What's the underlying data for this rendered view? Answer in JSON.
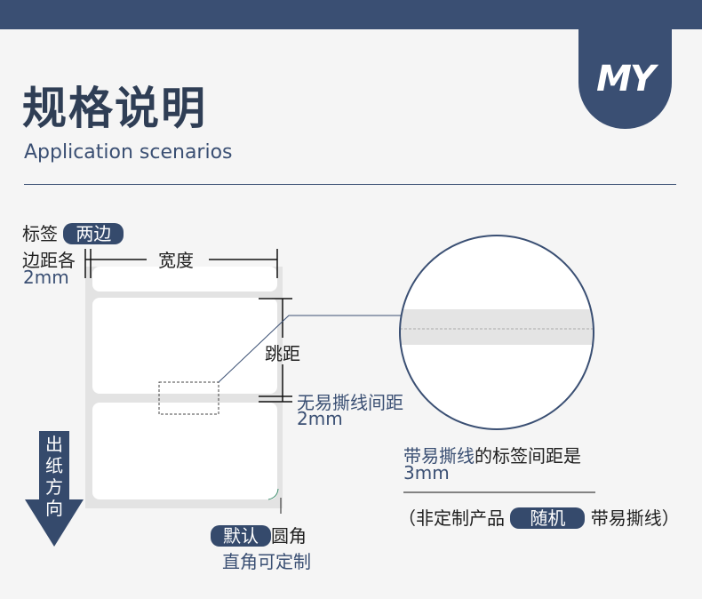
{
  "header": {
    "title": "规格说明",
    "subtitle": "Application scenarios",
    "logo_text": "MY"
  },
  "annotations": {
    "margin_prefix": "标签",
    "margin_badge": "两边",
    "margin_line2": "边距各",
    "margin_value": "2mm",
    "width": "宽度",
    "pitch": "跳距",
    "no_perf_label": "无易撕线间距",
    "no_perf_value": "2mm",
    "direction": [
      "出",
      "纸",
      "方",
      "向"
    ],
    "corner_badge": "默认",
    "corner_label": "圆角",
    "corner_custom": "直角可定制",
    "perf_highlight": "带易撕线",
    "perf_rest": "的标签间距是",
    "perf_value": "3mm",
    "note_prefix": "（非定制产品",
    "note_badge": "随机",
    "note_suffix": "带易撕线）"
  },
  "colors": {
    "brand": "#3a4f73",
    "badge": "#354a6c"
  }
}
